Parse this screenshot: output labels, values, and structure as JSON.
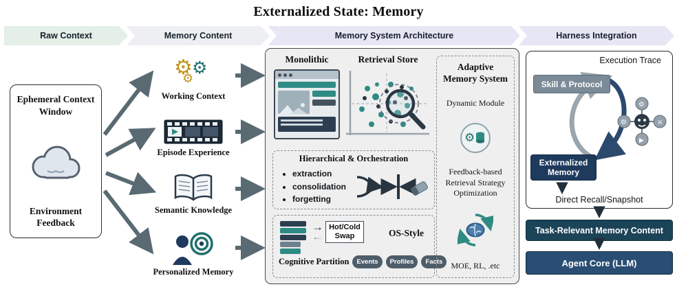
{
  "title": "Externalized State: Memory",
  "banner": {
    "stages": [
      {
        "label": "Raw Context",
        "bg": "#e3efe7"
      },
      {
        "label": "Memory Content",
        "bg": "#edeff3"
      },
      {
        "label": "Memory System Architecture",
        "bg": "#e6e6f4"
      },
      {
        "label": "Harness Integration",
        "bg": "#e6e6f4"
      }
    ]
  },
  "left_panel": {
    "top_label": "Ephemeral Context Window",
    "bottom_label": "Environment Feedback",
    "icon": "cloud-icon"
  },
  "memory_content": {
    "items": [
      {
        "label": "Working Context",
        "icon": "gears-icon"
      },
      {
        "label": "Episode Experience",
        "icon": "film-strip-icon"
      },
      {
        "label": "Semantic Knowledge",
        "icon": "open-book-icon"
      },
      {
        "label": "Personalized Memory",
        "icon": "person-target-icon"
      }
    ]
  },
  "architecture": {
    "monolithic_title": "Monolithic",
    "retrieval_title": "Retrieval Store",
    "hierarchical": {
      "title": "Hierarchical & Orchestration",
      "bullets": [
        "extraction",
        "consolidation",
        "forgetting"
      ]
    },
    "os": {
      "swap_label": "Hot/Cold Swap",
      "style_label": "OS-Style",
      "partition_label": "Cognitive Partition",
      "partitions": [
        "Events",
        "Profiles",
        "Facts"
      ]
    },
    "adaptive": {
      "title": "Adaptive Memory System",
      "dynamic_module": "Dynamic Module",
      "feedback": "Feedback-based Retrieval Strategy Optimization",
      "methods": "MOE, RL, .etc"
    }
  },
  "harness": {
    "execution_trace": "Execution Trace",
    "skill_protocol": "Skill & Protocol",
    "externalized_memory": "Externalized Memory",
    "direct_recall": "Direct Recall/Snapshot",
    "task_relevant": "Task-Relevant Memory Content",
    "agent_core": "Agent Core (LLM)"
  },
  "colors": {
    "arrow": "#5a6a72",
    "teal": "#2e8b84",
    "navy": "#1e3a5c",
    "slate": "#7b8a97",
    "task_bar": "#1c4458",
    "agent_bar": "#2a4d74"
  }
}
